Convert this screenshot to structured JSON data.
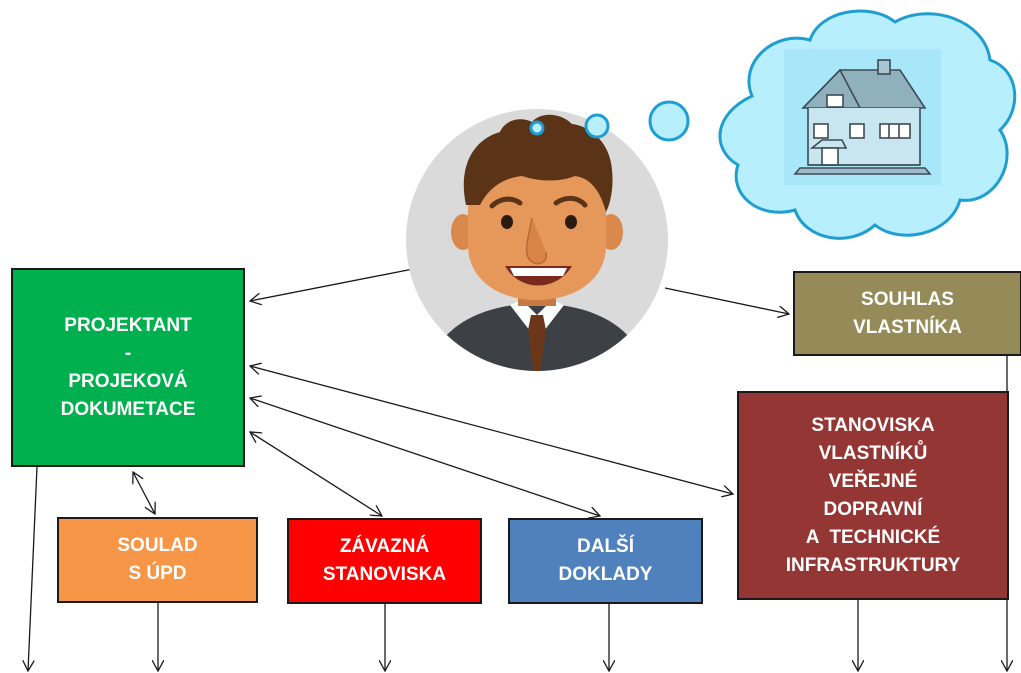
{
  "colors": {
    "projektant": "#00b04f",
    "souhlas": "#958b58",
    "stanoviska_vlastniku": "#943634",
    "soulad": "#f79646",
    "zavazna": "#fe0000",
    "dalsi": "#4f81bd",
    "cloud": "#b7efff",
    "cloud_outline": "#1f9ed1"
  },
  "illustrations": {
    "person": "cartoon-businessman-avatar",
    "thought": "thought-cloud-with-house"
  },
  "boxes": {
    "projektant": {
      "lines": [
        "PROJEKTANT",
        "-",
        "PROJEKOVÁ",
        "DOKUMETACE"
      ]
    },
    "souhlas": {
      "lines": [
        "SOUHLAS",
        "VLASTNÍKA"
      ]
    },
    "stanoviska_vlastniku": {
      "lines": [
        "STANOVISKA",
        "VLASTNÍKŮ",
        "VEŘEJNÉ",
        "DOPRAVNÍ",
        "A  TECHNICKÉ",
        "INFRASTRUKTURY"
      ]
    },
    "soulad": {
      "lines": [
        "SOULAD",
        "S ÚPD"
      ]
    },
    "zavazna": {
      "lines": [
        "ZÁVAZNÁ",
        "STANOVISKA"
      ]
    },
    "dalsi": {
      "lines": [
        "DALŠÍ",
        "DOKLADY"
      ]
    }
  }
}
